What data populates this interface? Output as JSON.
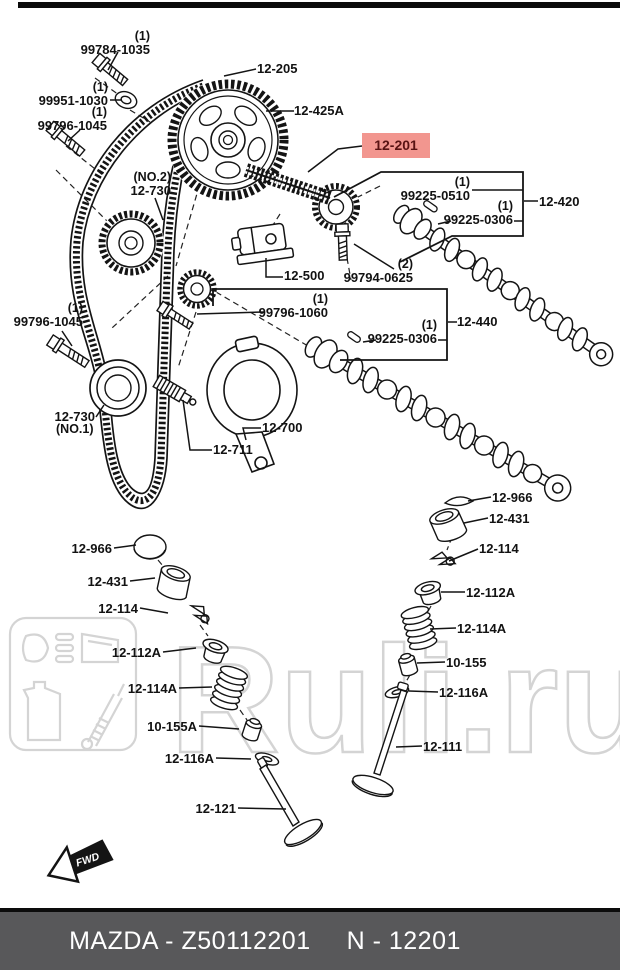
{
  "labels": {
    "bolt_99784_1035": {
      "qty": "(1)",
      "num": "99784-1035"
    },
    "washer_99951_1030": {
      "qty": "(1)",
      "num": "99951-1030"
    },
    "bolt_99796_1045_upper": {
      "qty": "(1)",
      "num": "99796-1045"
    },
    "belt_12_205": {
      "num": "12-205"
    },
    "pulley_12_425a": {
      "num": "12-425A"
    },
    "chain_12_201": {
      "num": "12-201",
      "highlighted": true
    },
    "gear_12_730_no2": {
      "prefix": "(NO.2)",
      "num": "12-730"
    },
    "stud_99225_0510": {
      "qty": "(1)",
      "num": "99225-0510"
    },
    "camshaft_12_420": {
      "num": "12-420"
    },
    "plug_99225_0306_upper": {
      "qty": "(1)",
      "num": "99225-0306"
    },
    "tensioner_12_500": {
      "num": "12-500"
    },
    "bolt_99794_0625": {
      "qty": "(2)",
      "num": "99794-0625"
    },
    "bolt_99796_1060": {
      "qty": "(1)",
      "num": "99796-1060"
    },
    "camshaft_12_440": {
      "num": "12-440"
    },
    "plug_99225_0306_lower": {
      "qty": "(1)",
      "num": "99225-0306"
    },
    "bolt_99796_1045_lower": {
      "qty": "(1)",
      "num": "99796-1045"
    },
    "pulley_12_730_no1": {
      "num": "12-730",
      "suffix": "(NO.1)"
    },
    "cover_12_700": {
      "num": "12-700"
    },
    "shaft_12_711": {
      "num": "12-711"
    },
    "keeper_12_966_right": {
      "num": "12-966"
    },
    "tappet_12_431_right": {
      "num": "12-431"
    },
    "cotter_12_114_right": {
      "num": "12-114"
    },
    "seat_12_112a_right": {
      "num": "12-112A"
    },
    "spring_12_114a_right": {
      "num": "12-114A"
    },
    "seal_10_155": {
      "num": "10-155"
    },
    "washer_12_116a_right": {
      "num": "12-116A"
    },
    "valve_12_111": {
      "num": "12-111"
    },
    "keeper_12_966_left": {
      "num": "12-966"
    },
    "tappet_12_431_left": {
      "num": "12-431"
    },
    "cotter_12_114_left": {
      "num": "12-114"
    },
    "seat_12_112a_left": {
      "num": "12-112A"
    },
    "spring_12_114a_left": {
      "num": "12-114A"
    },
    "seal_10_155a": {
      "num": "10-155A"
    },
    "washer_12_116a_left": {
      "num": "12-116A"
    },
    "valve_12_121": {
      "num": "12-121"
    }
  },
  "direction_arrow": {
    "label": "FWD"
  },
  "watermark": {
    "text": "Ruli.ru"
  },
  "footer": {
    "left": "MAZDA - Z50112201",
    "right": "N - 12201"
  },
  "colors": {
    "highlight": "#f2968f",
    "highlight_text": "#591313",
    "footer_bg": "#58585a",
    "line": "#141414",
    "watermark": "#d4d4d4"
  }
}
